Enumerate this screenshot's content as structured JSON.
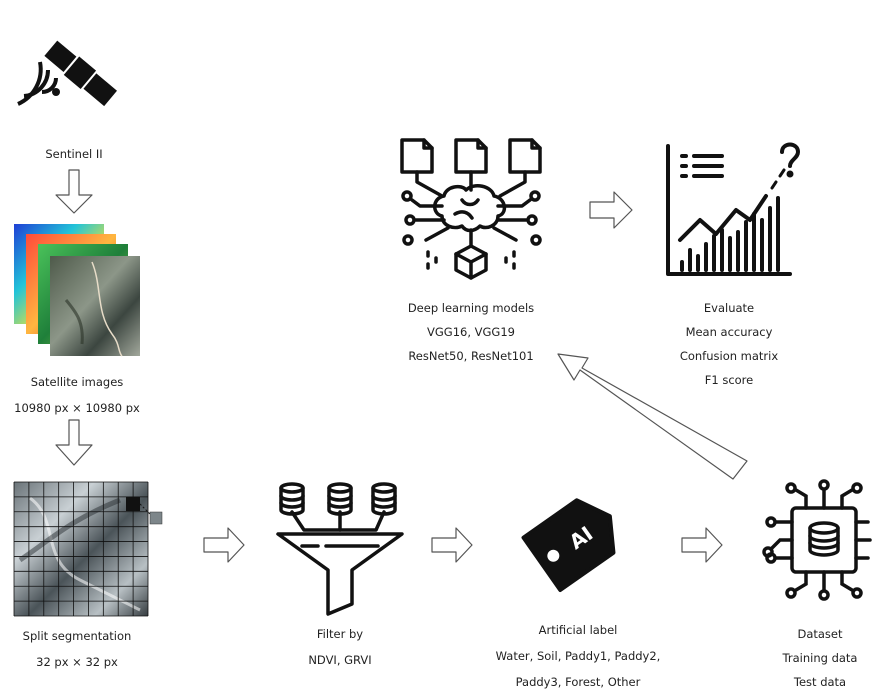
{
  "nodes": {
    "sentinel": {
      "lines": [
        "Sentinel II"
      ],
      "icon": "satellite-icon"
    },
    "satellite_images": {
      "lines": [
        "Satellite images",
        "10980 px × 10980 px"
      ],
      "icon": "satellite-image-stack"
    },
    "split": {
      "lines": [
        "Split segmentation",
        "32 px × 32 px"
      ],
      "icon": "grid-tiles-image"
    },
    "filter": {
      "lines": [
        "Filter by",
        "NDVI, GRVI"
      ],
      "icon": "database-funnel-icon"
    },
    "label": {
      "lines": [
        "Artificial label",
        "Water, Soil, Paddy1, Paddy2,",
        "Paddy3, Forest, Other"
      ],
      "icon": "ai-tag-icon"
    },
    "dataset": {
      "lines": [
        "Dataset",
        "Training data",
        "Test data"
      ],
      "icon": "database-circuit-icon"
    },
    "models": {
      "lines": [
        "Deep learning models",
        "VGG16, VGG19",
        "ResNet50, ResNet101"
      ],
      "icon": "brain-network-icon"
    },
    "evaluate": {
      "lines": [
        "Evaluate",
        "Mean accuracy",
        "Confusion matrix",
        "F1 score"
      ],
      "icon": "chart-question-icon"
    }
  },
  "colors": {
    "ink": "#111111",
    "text": "#222222",
    "arrow_stroke": "#555555",
    "tile_dark": "#2b3035",
    "tile_light": "#c8ced2"
  }
}
